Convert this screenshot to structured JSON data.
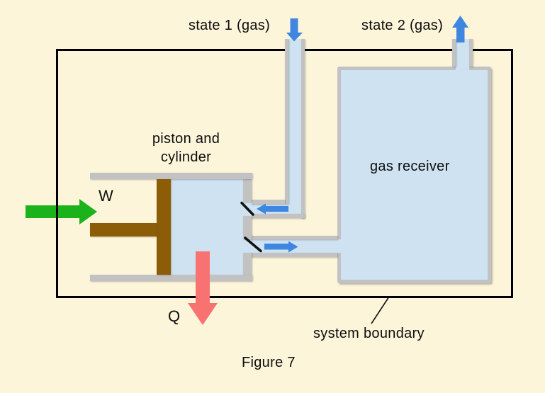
{
  "figure": {
    "caption": "Figure 7"
  },
  "labels": {
    "state1": "state 1 (gas)",
    "state2": "state 2 (gas)",
    "piston_cylinder_line1": "piston and",
    "piston_cylinder_line2": "cylinder",
    "gas_receiver": "gas receiver",
    "work": "W",
    "heat": "Q",
    "system_boundary": "system boundary"
  },
  "colors": {
    "background": "#FDF5DA",
    "pipe_fill": "#CEE2F1",
    "metal_gray": "#C2C2C2",
    "piston_brown": "#8C5C06",
    "work_green": "#1CB21C",
    "heat_red": "#F87272",
    "flow_blue": "#3E86DF",
    "line_black": "#000000"
  }
}
